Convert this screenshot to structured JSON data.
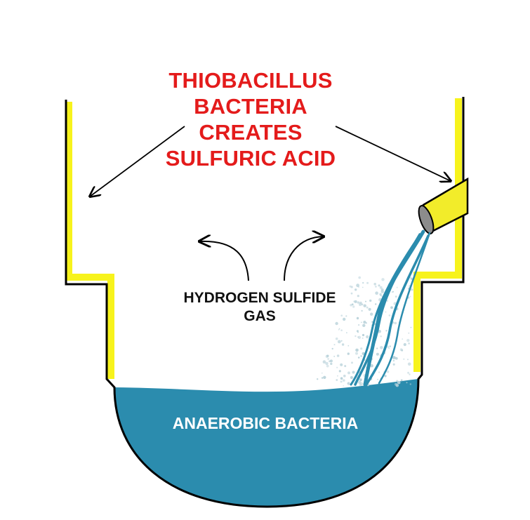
{
  "diagram": {
    "title_lines": [
      "THIOBACILLUS",
      "BACTERIA",
      "CREATES",
      "SULFURIC ACID"
    ],
    "gas_label_lines": [
      "HYDROGEN SULFIDE",
      "GAS"
    ],
    "water_label": "ANAEROBIC BACTERIA"
  },
  "colors": {
    "title_text": "#e41b1b",
    "gas_text": "#111111",
    "water_text": "#ffffff",
    "wall_coating": "#f7f31c",
    "wall_outline": "#000000",
    "water": "#2b8cae",
    "pipe": "#f2ec2a",
    "pipe_opening": "#8c8c8c",
    "spray": "#b9d2da"
  }
}
